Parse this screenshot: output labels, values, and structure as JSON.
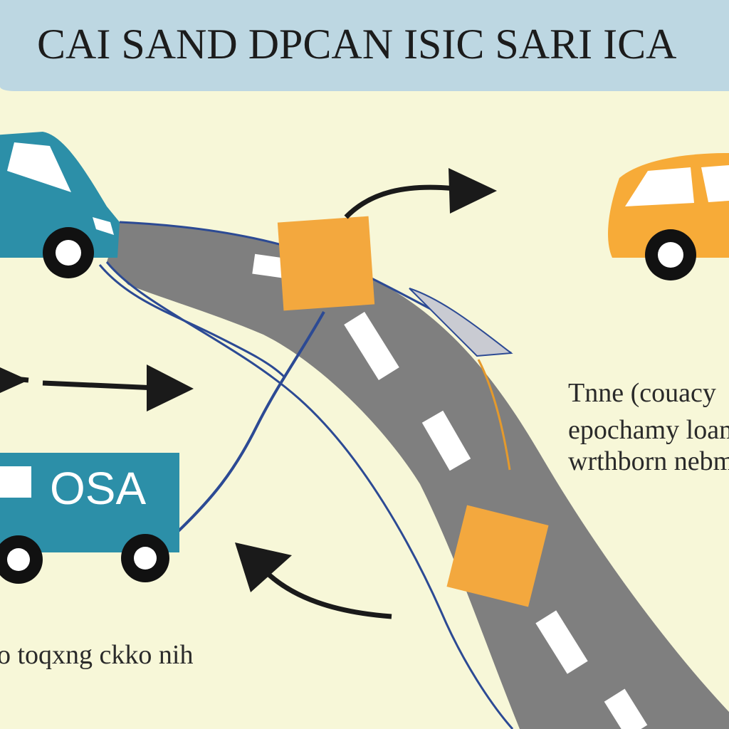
{
  "header": {
    "title": "CAI SAND DPCAN ISIC SARI ICA"
  },
  "labels": {
    "truck_text": "OSA",
    "note_lines": [
      "Tnne (couacy",
      "epochamy loam",
      "wrthborn nebm"
    ],
    "bottom_caption": "o toqxng ckko nih"
  },
  "colors": {
    "header_bg": "#bdd7e2",
    "background": "#f7f7d8",
    "road": "#7f7f7f",
    "road_edge": "#2c4a94",
    "teal_vehicle": "#2c8fa8",
    "orange_vehicle": "#f7ab38",
    "orange_marker": "#f3a83e",
    "arrow": "#1a1a1a"
  },
  "icons": {
    "left_top_vehicle": "car-icon",
    "right_vehicle": "car-icon",
    "left_bottom_vehicle": "truck-icon",
    "markers": "square-marker-icon",
    "arrows": "arrow-icon"
  }
}
